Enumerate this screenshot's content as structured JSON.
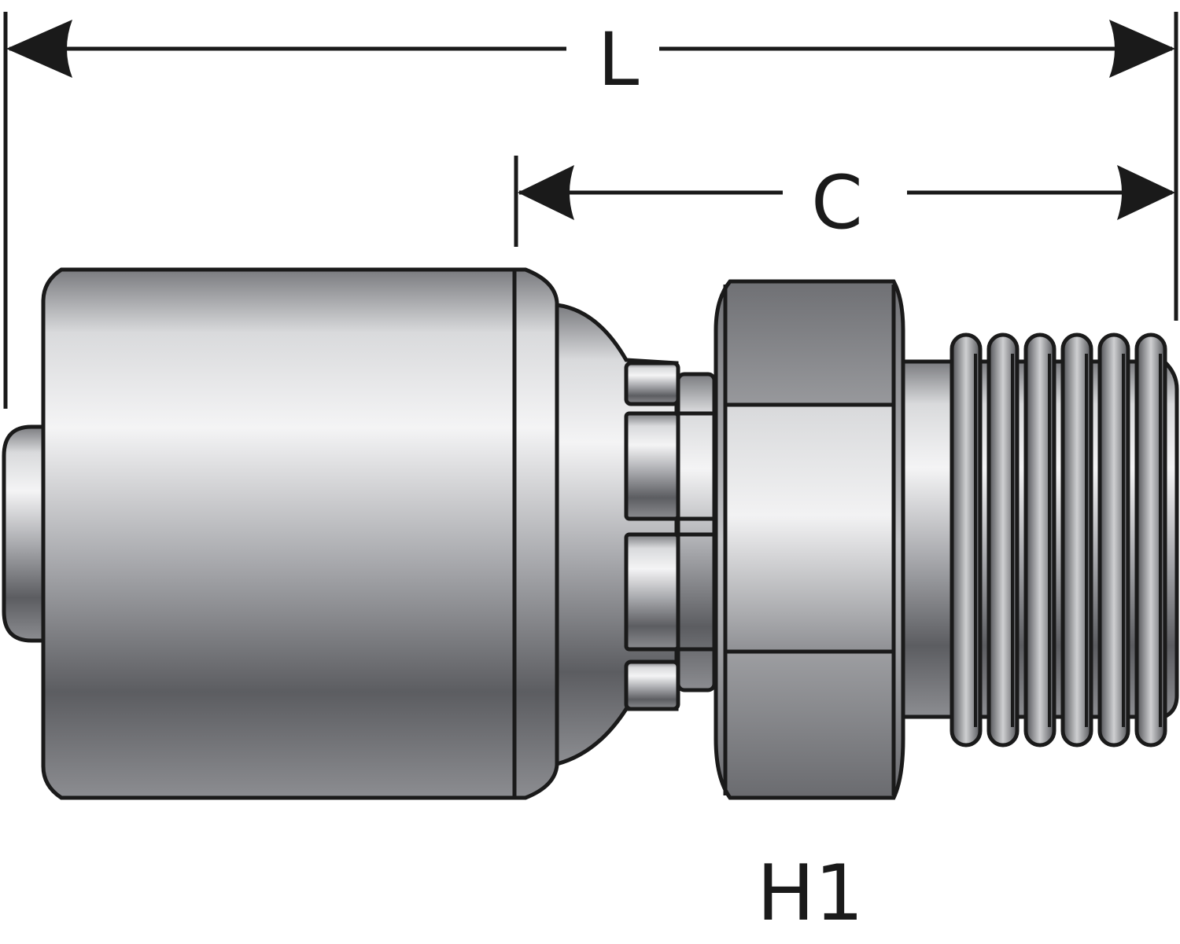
{
  "dimensions": {
    "overall_length_label": "L",
    "cutoff_label": "C",
    "hex_label": "H1"
  },
  "colors": {
    "outline": "#1a1a1a",
    "metal_light": "#f2f2f3",
    "metal_mid": "#a4a5a9",
    "metal_dark": "#5e5f63"
  }
}
